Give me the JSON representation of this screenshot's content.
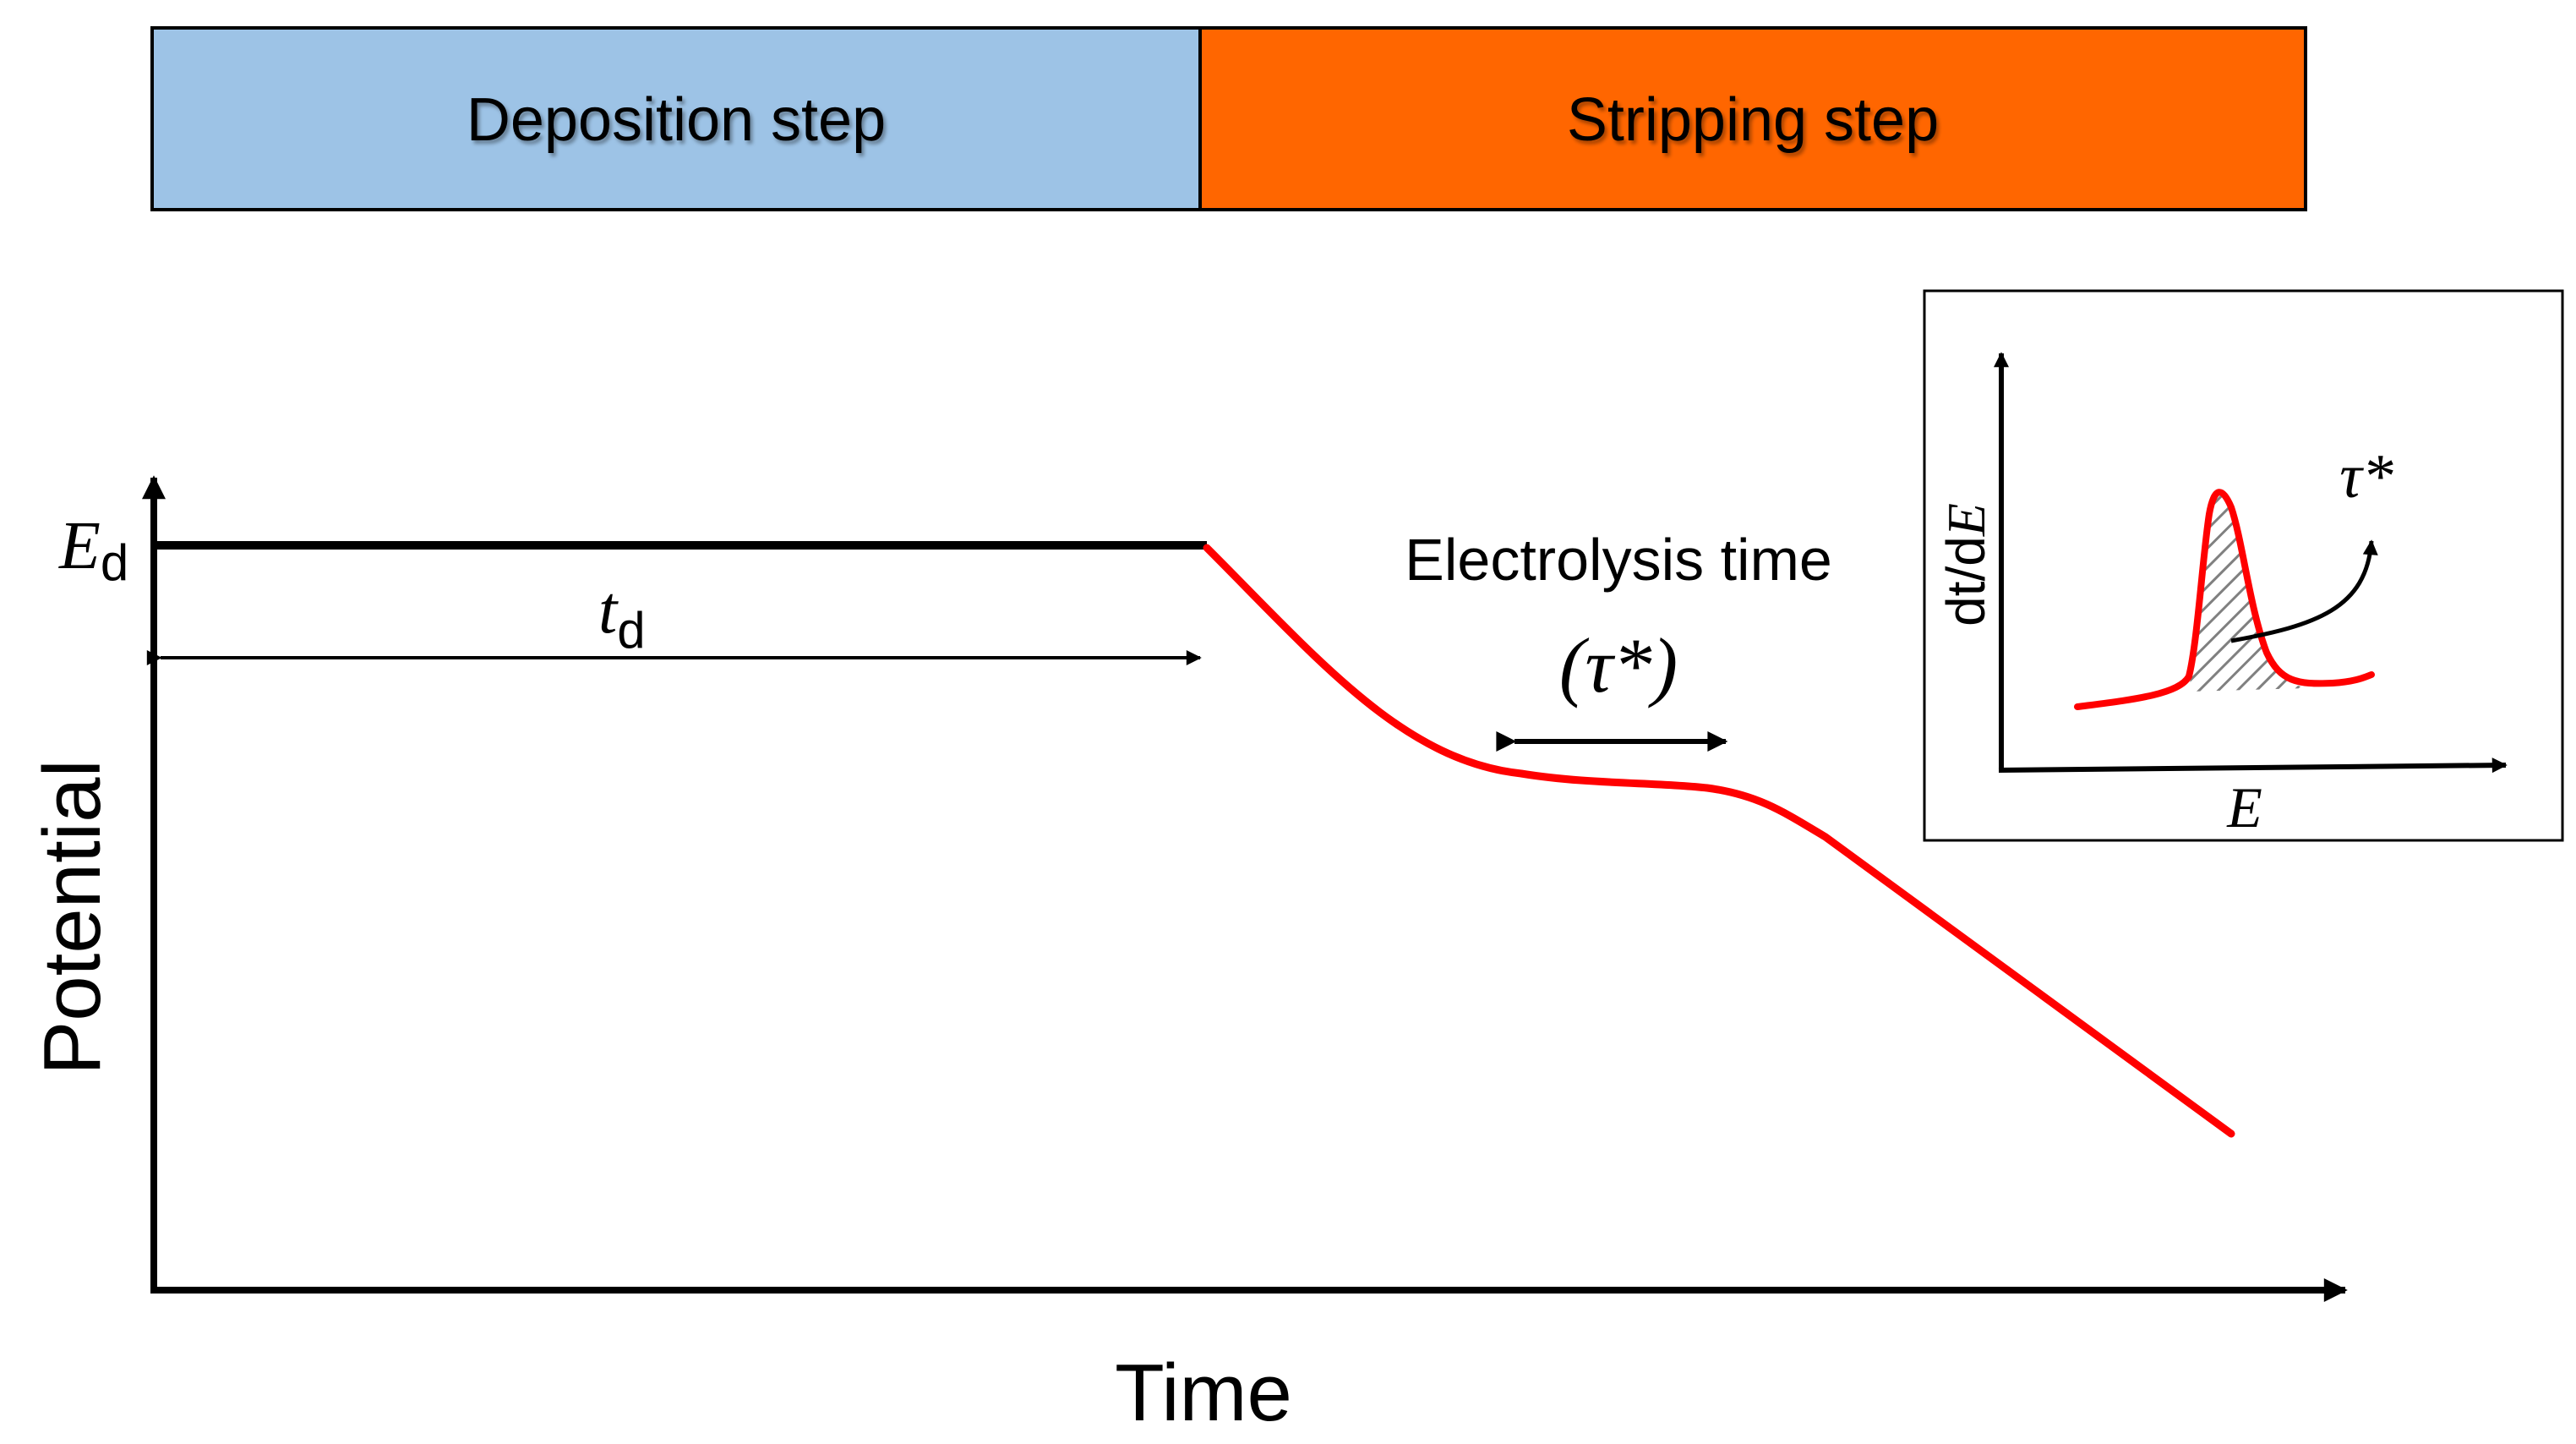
{
  "header": {
    "deposition_label": "Deposition step",
    "stripping_label": "Stripping step",
    "colors": {
      "deposition": "#9dc3e6",
      "stripping": "#ff6600",
      "border": "#000000"
    }
  },
  "axes": {
    "y_label": "Potential",
    "x_label": "Time"
  },
  "annotations": {
    "ed_main": "E",
    "ed_sub": "d",
    "td_main": "t",
    "td_sub": "d",
    "electrolysis_label": "Electrolysis time",
    "tau_label": "(τ*)"
  },
  "inset": {
    "y_label_pre": "dt/d",
    "y_label_italic": "E",
    "x_label": "E",
    "tau_label": "τ*"
  },
  "colors": {
    "curve": "#ff0000",
    "line": "#000000",
    "hatch": "#7f7f7f"
  }
}
